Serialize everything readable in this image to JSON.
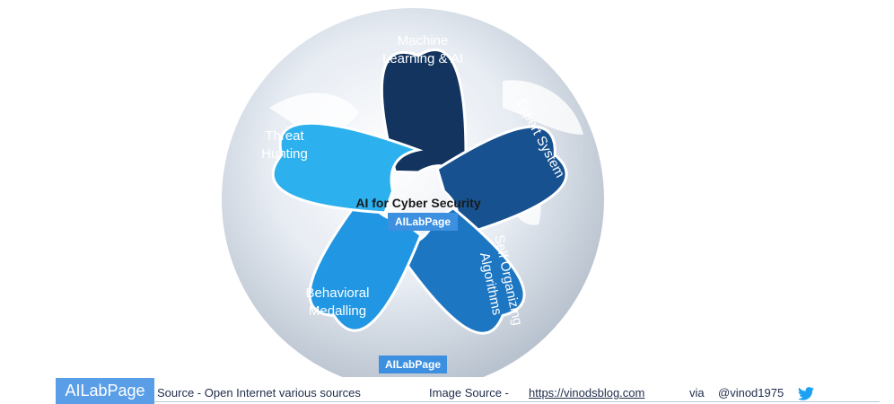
{
  "diagram": {
    "center_label": "AI for Cyber Security",
    "petals": [
      {
        "lines": [
          "Machine",
          "Learning & AI"
        ],
        "color": "#12345f"
      },
      {
        "lines": [
          "Expert System"
        ],
        "color": "#17518f"
      },
      {
        "lines": [
          "Self Organizing",
          "Algorithms"
        ],
        "color": "#1d76c2"
      },
      {
        "lines": [
          "Behavioral",
          "Medalling"
        ],
        "color": "#2196e3"
      },
      {
        "lines": [
          "Threat",
          "Hunting"
        ],
        "color": "#2cb0ee"
      }
    ],
    "badge_top": "AILabPage",
    "badge_bottom": "AILabPage"
  },
  "footer": {
    "brand": "AILabPage",
    "source": "Source -  Open Internet  various sources",
    "image_source_label": "Image Source -",
    "image_source_link": "https://vinodsblog.com",
    "via": "via",
    "handle": "@vinod1975"
  },
  "icons": {
    "twitter": "twitter-bird-icon"
  },
  "colors": {
    "globe": "#dfe6ef",
    "badge": "#3d8fe0",
    "footer_brand": "#5a9ee8",
    "twitter": "#1da1f2"
  }
}
